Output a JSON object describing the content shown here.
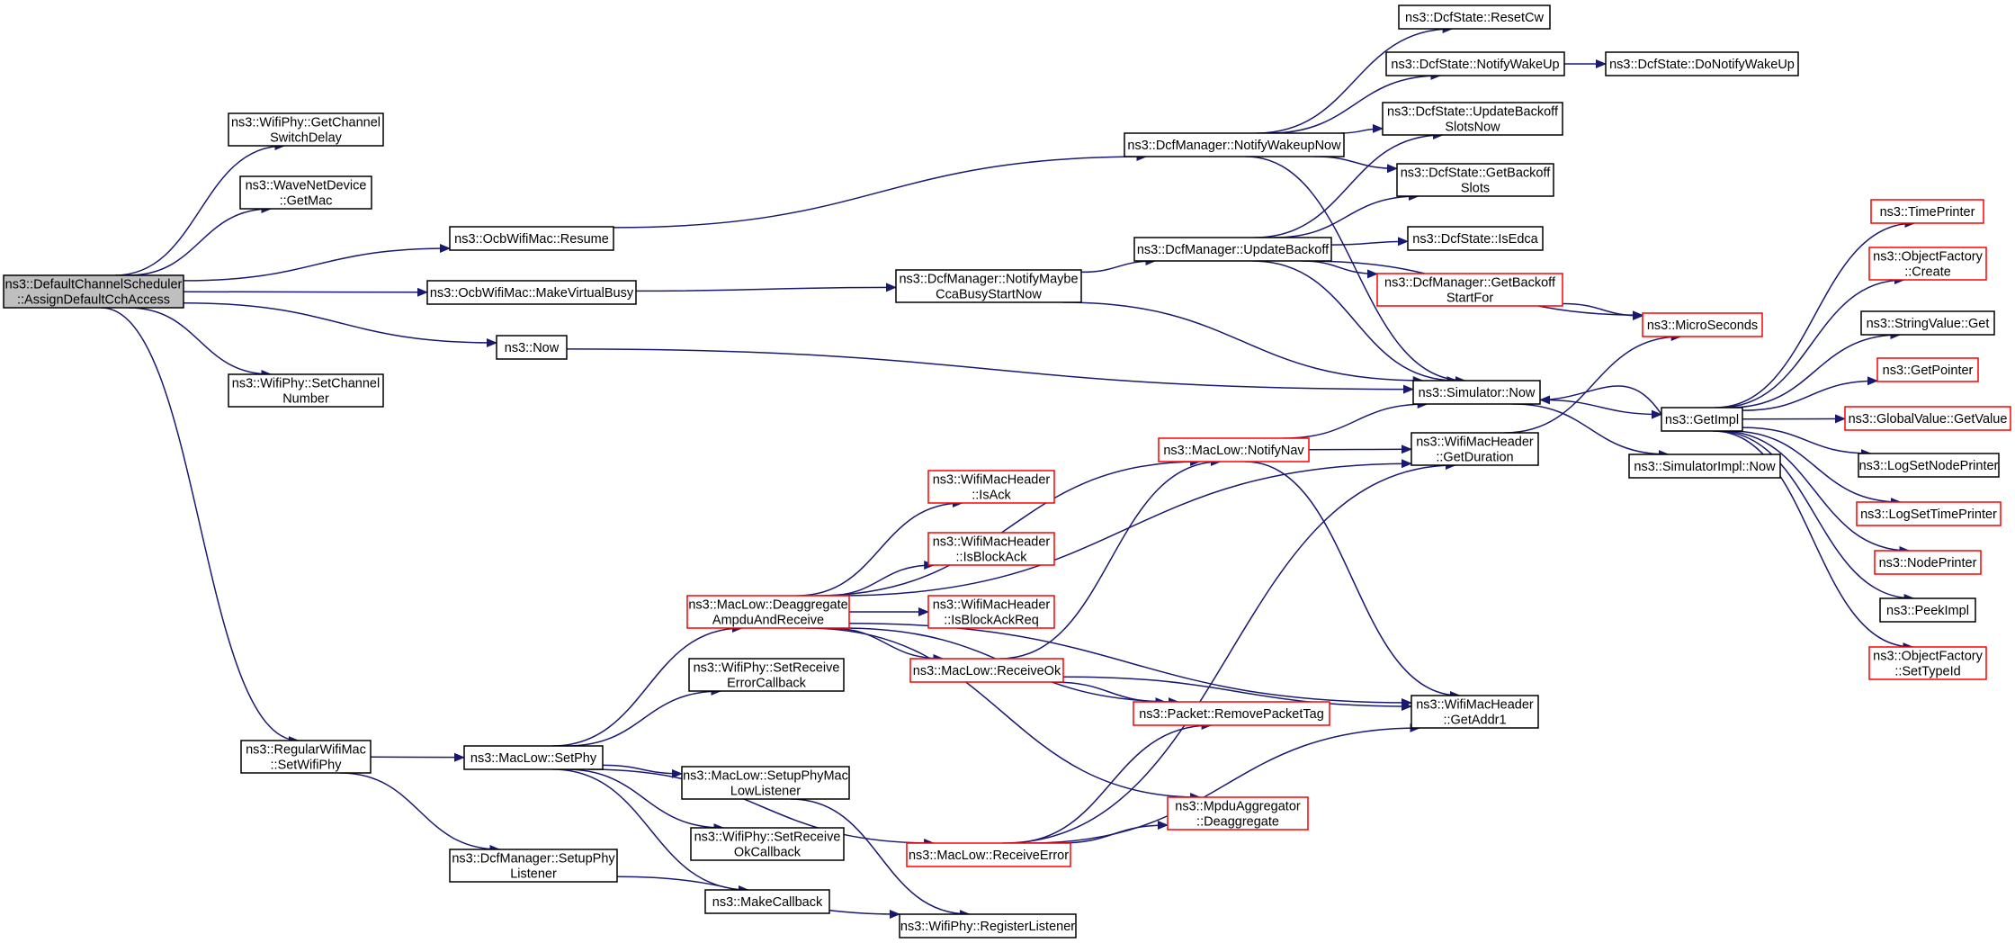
{
  "colors": {
    "edge": "#191970",
    "node_border": "#000000",
    "link_node_border": "#ff0000",
    "root_fill": "#bfbfbf"
  },
  "nodes": [
    {
      "id": "root",
      "lines": [
        "ns3::DefaultChannelScheduler",
        "::AssignDefaultCchAccess"
      ],
      "style": "root"
    },
    {
      "id": "wp_gcsd",
      "lines": [
        "ns3::WifiPhy::GetChannel",
        "SwitchDelay"
      ],
      "style": "normal"
    },
    {
      "id": "wnd_getmac",
      "lines": [
        "ns3::WaveNetDevice",
        "::GetMac"
      ],
      "style": "normal"
    },
    {
      "id": "ocb_resume",
      "lines": [
        "ns3::OcbWifiMac::Resume"
      ],
      "style": "normal"
    },
    {
      "id": "ocb_mvb",
      "lines": [
        "ns3::OcbWifiMac::MakeVirtualBusy"
      ],
      "style": "normal"
    },
    {
      "id": "now",
      "lines": [
        "ns3::Now"
      ],
      "style": "normal"
    },
    {
      "id": "wp_scn",
      "lines": [
        "ns3::WifiPhy::SetChannel",
        "Number"
      ],
      "style": "normal"
    },
    {
      "id": "rwm_swp",
      "lines": [
        "ns3::RegularWifiMac",
        "::SetWifiPhy"
      ],
      "style": "normal"
    },
    {
      "id": "dm_nwn",
      "lines": [
        "ns3::DcfManager::NotifyWakeupNow"
      ],
      "style": "normal"
    },
    {
      "id": "dm_nmcbsn",
      "lines": [
        "ns3::DcfManager::NotifyMaybe",
        "CcaBusyStartNow"
      ],
      "style": "normal"
    },
    {
      "id": "dm_ub",
      "lines": [
        "ns3::DcfManager::UpdateBackoff"
      ],
      "style": "normal"
    },
    {
      "id": "ds_rcw",
      "lines": [
        "ns3::DcfState::ResetCw"
      ],
      "style": "normal"
    },
    {
      "id": "ds_nwu",
      "lines": [
        "ns3::DcfState::NotifyWakeUp"
      ],
      "style": "normal"
    },
    {
      "id": "ds_dnwu",
      "lines": [
        "ns3::DcfState::DoNotifyWakeUp"
      ],
      "style": "normal"
    },
    {
      "id": "ds_ubsn",
      "lines": [
        "ns3::DcfState::UpdateBackoff",
        "SlotsNow"
      ],
      "style": "normal"
    },
    {
      "id": "ds_gbs",
      "lines": [
        "ns3::DcfState::GetBackoff",
        "Slots"
      ],
      "style": "normal"
    },
    {
      "id": "ds_ie",
      "lines": [
        "ns3::DcfState::IsEdca"
      ],
      "style": "normal"
    },
    {
      "id": "dm_gbsf",
      "lines": [
        "ns3::DcfManager::GetBackoff",
        "StartFor"
      ],
      "style": "link"
    },
    {
      "id": "microsec",
      "lines": [
        "ns3::MicroSeconds"
      ],
      "style": "link"
    },
    {
      "id": "sim_now",
      "lines": [
        "ns3::Simulator::Now"
      ],
      "style": "normal"
    },
    {
      "id": "getimpl",
      "lines": [
        "ns3::GetImpl"
      ],
      "style": "normal"
    },
    {
      "id": "simimpl_now",
      "lines": [
        "ns3::SimulatorImpl::Now"
      ],
      "style": "normal"
    },
    {
      "id": "timeprinter",
      "lines": [
        "ns3::TimePrinter"
      ],
      "style": "link"
    },
    {
      "id": "of_create",
      "lines": [
        "ns3::ObjectFactory",
        "::Create"
      ],
      "style": "link"
    },
    {
      "id": "sv_get",
      "lines": [
        "ns3::StringValue::Get"
      ],
      "style": "normal"
    },
    {
      "id": "getpointer",
      "lines": [
        "ns3::GetPointer"
      ],
      "style": "link"
    },
    {
      "id": "gv_getvalue",
      "lines": [
        "ns3::GlobalValue::GetValue"
      ],
      "style": "link"
    },
    {
      "id": "logsetnp",
      "lines": [
        "ns3::LogSetNodePrinter"
      ],
      "style": "normal"
    },
    {
      "id": "logsettp",
      "lines": [
        "ns3::LogSetTimePrinter"
      ],
      "style": "link"
    },
    {
      "id": "nodeprinter",
      "lines": [
        "ns3::NodePrinter"
      ],
      "style": "link"
    },
    {
      "id": "peekimpl",
      "lines": [
        "ns3::PeekImpl"
      ],
      "style": "normal"
    },
    {
      "id": "of_settypeid",
      "lines": [
        "ns3::ObjectFactory",
        "::SetTypeId"
      ],
      "style": "link"
    },
    {
      "id": "wmh_gd",
      "lines": [
        "ns3::WifiMacHeader",
        "::GetDuration"
      ],
      "style": "normal"
    },
    {
      "id": "ml_nn",
      "lines": [
        "ns3::MacLow::NotifyNav"
      ],
      "style": "link"
    },
    {
      "id": "wmh_isack",
      "lines": [
        "ns3::WifiMacHeader",
        "::IsAck"
      ],
      "style": "link"
    },
    {
      "id": "wmh_isba",
      "lines": [
        "ns3::WifiMacHeader",
        "::IsBlockAck"
      ],
      "style": "link"
    },
    {
      "id": "wmh_isbar",
      "lines": [
        "ns3::WifiMacHeader",
        "::IsBlockAckReq"
      ],
      "style": "link"
    },
    {
      "id": "ml_dar",
      "lines": [
        "ns3::MacLow::Deaggregate",
        "AmpduAndReceive"
      ],
      "style": "link"
    },
    {
      "id": "ml_rok",
      "lines": [
        "ns3::MacLow::ReceiveOk"
      ],
      "style": "link"
    },
    {
      "id": "pkt_rpt",
      "lines": [
        "ns3::Packet::RemovePacketTag"
      ],
      "style": "link"
    },
    {
      "id": "wmh_ga1",
      "lines": [
        "ns3::WifiMacHeader",
        "::GetAddr1"
      ],
      "style": "normal"
    },
    {
      "id": "wp_srec",
      "lines": [
        "ns3::WifiPhy::SetReceive",
        "ErrorCallback"
      ],
      "style": "normal"
    },
    {
      "id": "ml_setphy",
      "lines": [
        "ns3::MacLow::SetPhy"
      ],
      "style": "normal"
    },
    {
      "id": "ml_spml",
      "lines": [
        "ns3::MacLow::SetupPhyMac",
        "LowListener"
      ],
      "style": "normal"
    },
    {
      "id": "wp_sroc",
      "lines": [
        "ns3::WifiPhy::SetReceive",
        "OkCallback"
      ],
      "style": "normal"
    },
    {
      "id": "makecb",
      "lines": [
        "ns3::MakeCallback"
      ],
      "style": "normal"
    },
    {
      "id": "dm_spl",
      "lines": [
        "ns3::DcfManager::SetupPhy",
        "Listener"
      ],
      "style": "normal"
    },
    {
      "id": "ma_deagg",
      "lines": [
        "ns3::MpduAggregator",
        "::Deaggregate"
      ],
      "style": "link"
    },
    {
      "id": "ml_rerr",
      "lines": [
        "ns3::MacLow::ReceiveError"
      ],
      "style": "link"
    },
    {
      "id": "wp_rl",
      "lines": [
        "ns3::WifiPhy::RegisterListener"
      ],
      "style": "normal"
    }
  ]
}
